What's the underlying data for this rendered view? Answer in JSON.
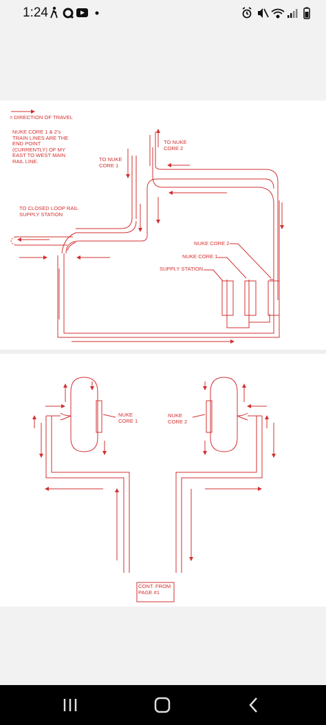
{
  "status_bar": {
    "time": "1:24",
    "left_icons": [
      "walking-icon",
      "q-app-icon",
      "youtube-icon",
      "notification-dot-icon"
    ],
    "right_icons": [
      "alarm-icon",
      "mute-icon",
      "wifi-icon",
      "signal-icon",
      "battery-icon"
    ]
  },
  "page1": {
    "legend": "= DIRECTION OF TRAVEL",
    "note": "NUKE CORE 1 & 2's\nTRAIN LINES ARE THE\nEND POINT\n(CURRENTLY) OF MY\nEAST TO WEST MAIN\nRAIL LINE.",
    "to_core1": "TO NUKE\nCORE 1",
    "to_core2": "TO NUKE\nCORE 2",
    "closed_loop": "TO CLOSED LOOP RAIL\nSUPPLY STATION",
    "core2_label": "NUKE CORE 2",
    "core1_label": "NUKE CORE 1",
    "supply_label": "SUPPLY STATION"
  },
  "page2": {
    "core1_label": "NUKE\nCORE 1",
    "core2_label": "NUKE\nCORE 2",
    "cont_label": "CONT. FROM\nPAGE #1"
  },
  "nav_bar": {
    "icons": [
      "recent-apps-icon",
      "home-icon",
      "back-icon"
    ]
  },
  "colors": {
    "line": "#d32f2f",
    "page_bg": "#ffffff",
    "viewer_bg": "#f2f2f2",
    "nav_bg": "#000000"
  }
}
